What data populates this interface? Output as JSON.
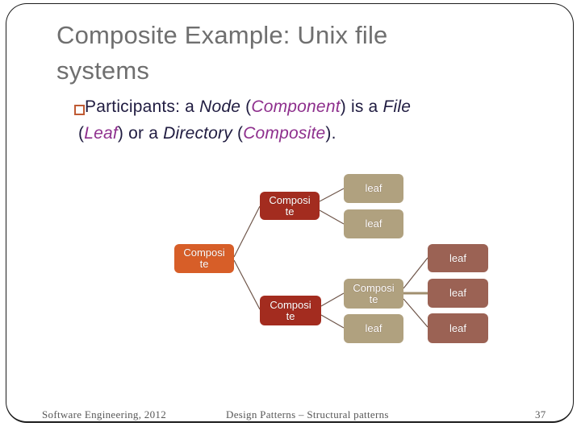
{
  "slide": {
    "title": "Composite Example: Unix file systems",
    "bullet": {
      "line1": [
        {
          "text": "Participants: a "
        },
        {
          "text": "Node"
        },
        {
          "text": " ("
        },
        {
          "text": "Component"
        },
        {
          "text": ") is a "
        },
        {
          "text": "File"
        }
      ],
      "line2": [
        {
          "text": "("
        },
        {
          "text": "Leaf"
        },
        {
          "text": ") or a "
        },
        {
          "text": "Directory"
        },
        {
          "text": " ("
        },
        {
          "text": "Composite"
        },
        {
          "text": ")."
        }
      ]
    },
    "footer": {
      "left": "Software Engineering, 2012",
      "center": "Design Patterns – Structural patterns",
      "page_number": "37"
    }
  },
  "diagram": {
    "nodes": [
      {
        "label": "Composite",
        "role": "root-composite"
      },
      {
        "label": "Composite",
        "role": "composite"
      },
      {
        "label": "leaf",
        "role": "leaf"
      },
      {
        "label": "leaf",
        "role": "leaf"
      },
      {
        "label": "Composite",
        "role": "composite"
      },
      {
        "label": "Composite",
        "role": "sub-composite"
      },
      {
        "label": "leaf",
        "role": "leaf"
      },
      {
        "label": "leaf",
        "role": "leaf"
      },
      {
        "label": "leaf",
        "role": "leaf"
      },
      {
        "label": "leaf",
        "role": "leaf"
      }
    ]
  },
  "colors": {
    "title_gray": "#6f6f6f",
    "body_navy": "#201c41",
    "accent_purple": "#8e2f8d",
    "bullet_square_orange": "#bf5a33",
    "node_root_orange": "#d75e28",
    "node_composite_red": "#a32c1f",
    "node_leaf_tan": "#b0a17f",
    "node_leaf_mauve": "#9b6254",
    "connector_brown": "#6f564a",
    "connector_tan_thick": "#a18f6f",
    "footer_gray": "#585858"
  }
}
